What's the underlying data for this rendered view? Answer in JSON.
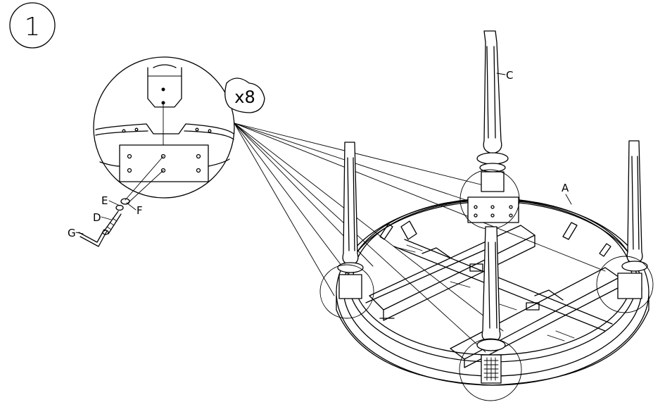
{
  "step_number": "1",
  "multiplier": "x8",
  "part_labels": {
    "A": "A",
    "C": "C",
    "D": "D",
    "E": "E",
    "F": "F",
    "G": "G"
  },
  "colors": {
    "line": "#000000",
    "background": "#ffffff"
  }
}
